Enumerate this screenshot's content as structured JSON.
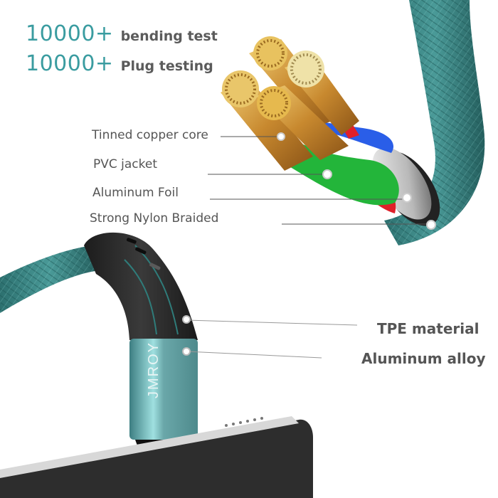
{
  "headlines": [
    {
      "number": "10000+",
      "text": "bending test"
    },
    {
      "number": "10000+",
      "text": "Plug testing"
    }
  ],
  "cable_layers": [
    {
      "label": "Tinned copper core"
    },
    {
      "label": "PVC jacket"
    },
    {
      "label": "Aluminum Foil"
    },
    {
      "label": "Strong Nylon Braided"
    }
  ],
  "connector_parts": [
    {
      "label": "TPE material"
    },
    {
      "label": "Aluminum alloy"
    }
  ],
  "brand": {
    "name": "JMROY"
  },
  "colors": {
    "accent": "#3a9ca0",
    "braid": "#2f7c7a",
    "label_text": "#555555",
    "copper": "#d9a543",
    "wire_blue": "#2a5ee8",
    "wire_green": "#23b53a",
    "wire_red": "#e0202a",
    "tpe_black": "#2b2b2b",
    "alloy": "#6aa3a5"
  }
}
